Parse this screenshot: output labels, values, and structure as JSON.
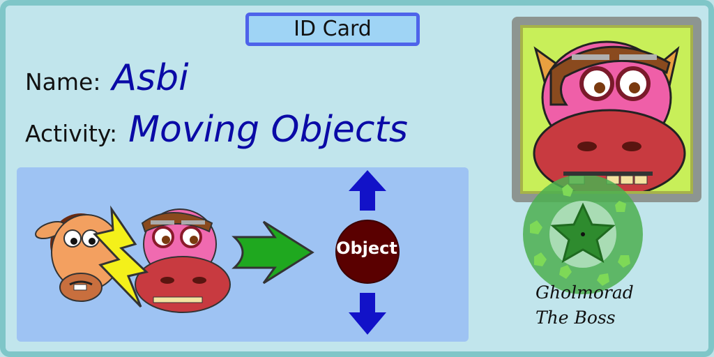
{
  "card": {
    "title": "ID Card",
    "name_label": "Name:",
    "name_value": "Asbi",
    "activity_label": "Activity:",
    "activity_value": "Moving Objects"
  },
  "demo": {
    "object_label": "Object",
    "up_arrow": "up-arrow-icon",
    "down_arrow": "down-arrow-icon",
    "push_arrow": "right-arrow-icon"
  },
  "signature": {
    "line1": "Gholmorad",
    "line2": "The Boss"
  },
  "colors": {
    "background": "#c1e5ec",
    "frame": "#7fc6c8",
    "title_box": "#9fd4f5",
    "title_border": "#4e63ea",
    "value_text": "#0a0aa6",
    "demo_panel": "#9ec3f3",
    "portrait_bg": "#c8ef59",
    "seal": "#4caf50"
  }
}
